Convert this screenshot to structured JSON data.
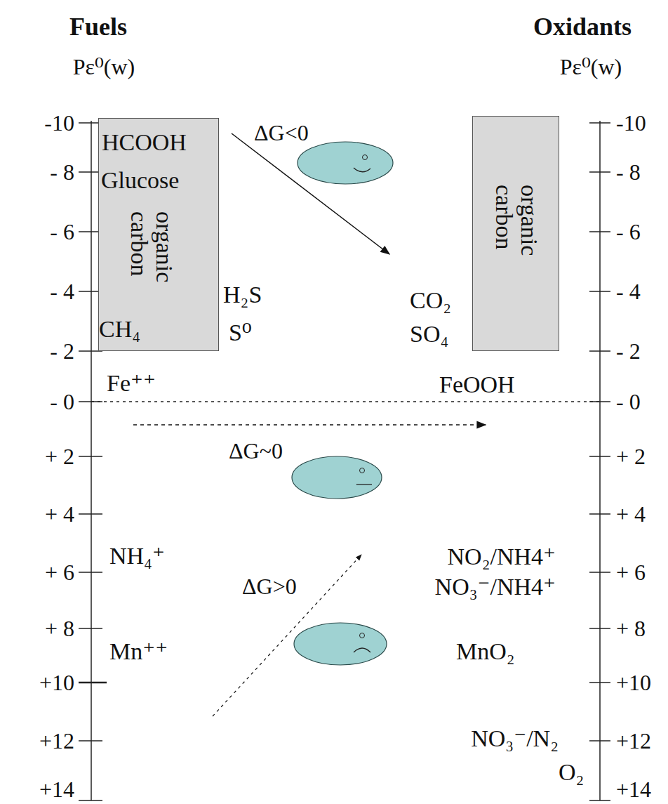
{
  "diagram": {
    "nodes": [
      {
        "text": [
          "HCOOH",
          "Glucose",
          "organic carbon",
          "CH₄"
        ]
      },
      {
        "text": [
          "organic carbon"
        ]
      }
    ],
    "labels": [
      "Fuels",
      "Oxidants",
      "Pε⁰(w)",
      "Pε⁰(w)",
      "-10",
      "- 8",
      "- 6",
      "- 4",
      "- 2",
      "- 0",
      "+ 2",
      "+ 4",
      "+ 6",
      "+ 8",
      "+10",
      "+12",
      "+14",
      "-10",
      "- 8",
      "- 6",
      "- 4",
      "- 2",
      "- 0",
      "+ 2",
      "+ 4",
      "+ 6",
      "+ 8",
      "+10",
      "+12",
      "+14",
      "H₂S",
      "S⁰",
      "Fe⁺⁺",
      "NH₄⁺",
      "Mn⁺⁺",
      "CO₂",
      "SO₄",
      "FeOOH",
      "NO₂/NH4⁺",
      "NO₃⁻/NH4⁺",
      "MnO₂",
      "NO₃⁻/N₂",
      "O₂",
      "ΔG<0",
      "ΔG~0",
      "ΔG>0"
    ]
  }
}
